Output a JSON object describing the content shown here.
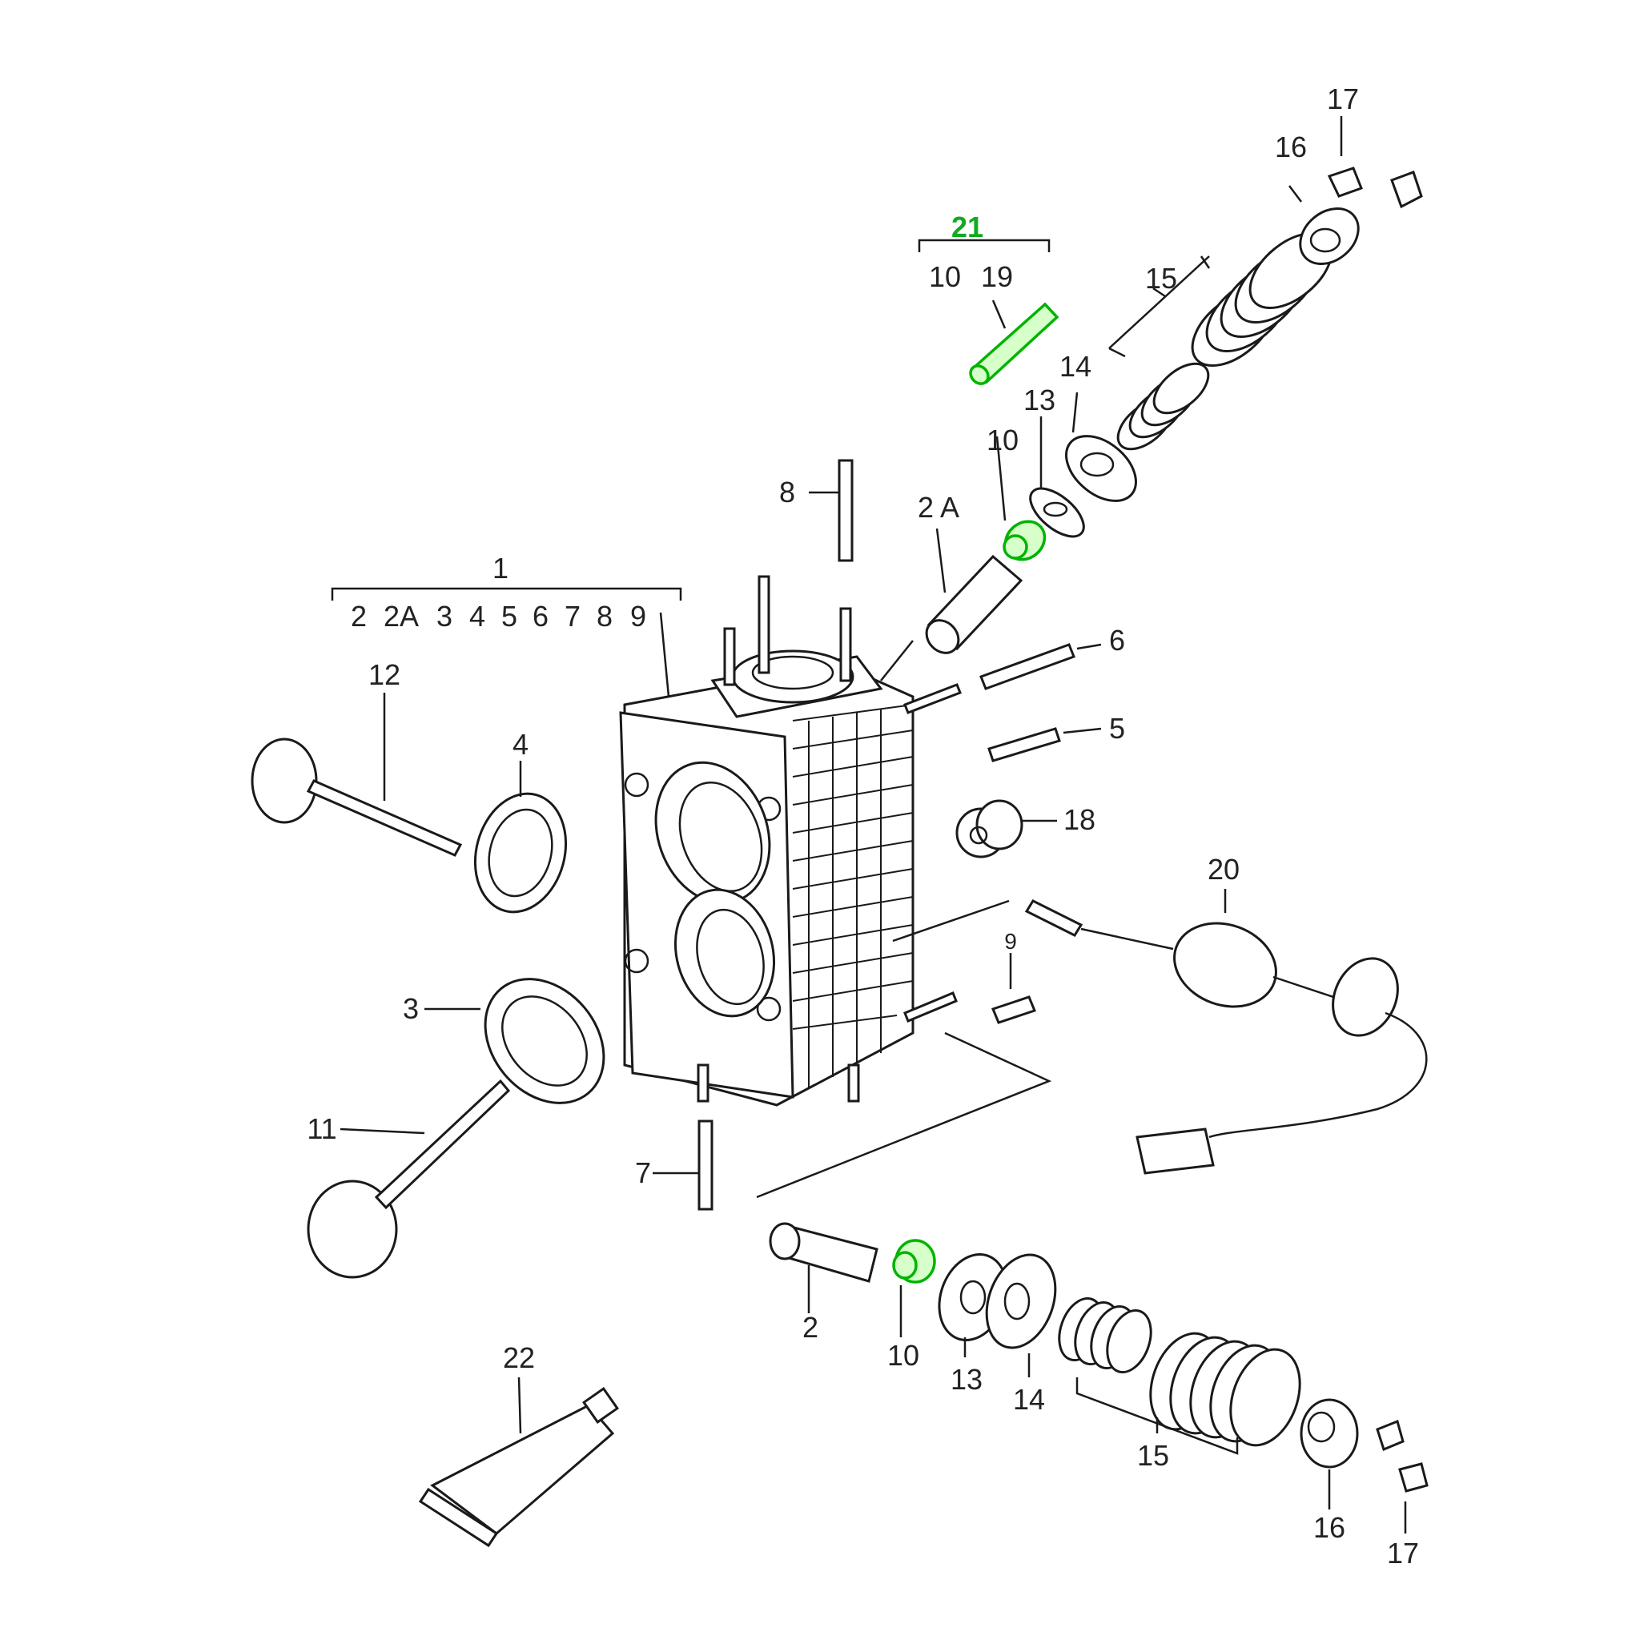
{
  "diagram": {
    "highlight_color": "#00b400",
    "line_color": "#1a1a1a",
    "labels": {
      "p21": "21",
      "p21_10": "10",
      "p19": "19",
      "p17_top": "17",
      "p16_top": "16",
      "p15_top": "15",
      "p14_top": "14",
      "p13_top": "13",
      "p10_top": "10",
      "p2A": "2 A",
      "p8": "8",
      "p1": "1",
      "g1_2": "2",
      "g1_2A": "2A",
      "g1_3": "3",
      "g1_4": "4",
      "g1_5": "5",
      "g1_6": "6",
      "g1_7": "7",
      "g1_8": "8",
      "g1_9": "9",
      "p6": "6",
      "p5": "5",
      "p18": "18",
      "p12": "12",
      "p4": "4",
      "p20": "20",
      "p9": "9",
      "p3": "3",
      "p11": "11",
      "p7": "7",
      "p2": "2",
      "p10_bot": "10",
      "p13_bot": "13",
      "p14_bot": "14",
      "p15_bot": "15",
      "p16_bot": "16",
      "p17_bot": "17",
      "p22": "22"
    }
  }
}
